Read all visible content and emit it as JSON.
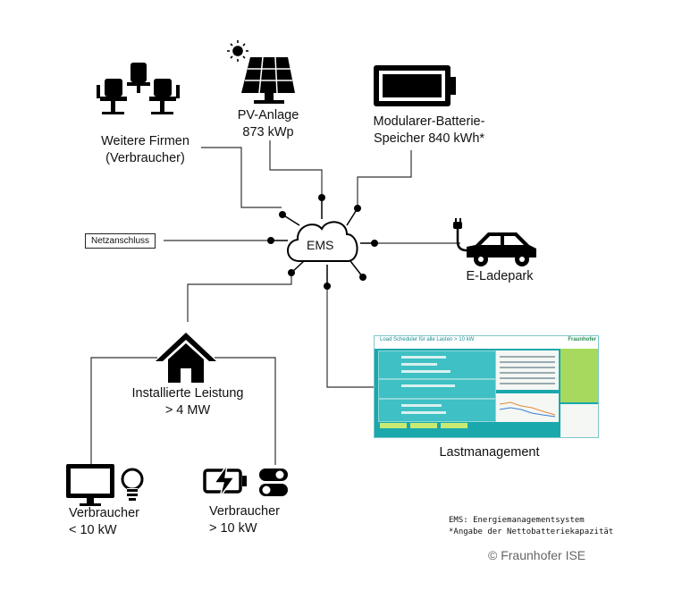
{
  "labels": {
    "weitere_firmen": "Weitere Firmen",
    "verbraucher_paren": "(Verbraucher)",
    "pv_anlage": "PV-Anlage",
    "pv_power": "873 kWp",
    "batterie_line1": "Modularer-Batterie-",
    "batterie_line2": "Speicher 840 kWh*",
    "netzanschluss": "Netzanschluss",
    "ems": "EMS",
    "e_ladepark": "E-Ladepark",
    "installierte_leistung": "Installierte Leistung",
    "installierte_wert": "> 4 MW",
    "lastmanagement": "Lastmanagement",
    "verbraucher_small": "Verbraucher",
    "verbraucher_small_value": "< 10 kW",
    "verbraucher_large": "Verbraucher",
    "verbraucher_large_value": "> 10 kW"
  },
  "footnotes": {
    "ems": "EMS: Energiemanagementsystem",
    "battery": "*Angabe der Nettobatteriekapazität"
  },
  "copyright": "© Fraunhofer ISE",
  "screenshot": {
    "title": "Load Scheduler für alle Lasten > 10 kW",
    "brand": "Fraunhofer"
  },
  "colors": {
    "line": "#333333",
    "icon": "#000000",
    "screenshot_bg": "#1aa8ad",
    "screenshot_green": "#a6d95d"
  },
  "icons": [
    "office-chairs-icon",
    "sun-icon",
    "solar-panel-icon",
    "battery-icon",
    "cloud-icon",
    "ev-plug-icon",
    "car-icon",
    "house-icon",
    "monitor-icon",
    "light-bulb-icon",
    "battery-charging-icon",
    "switch-icon"
  ]
}
